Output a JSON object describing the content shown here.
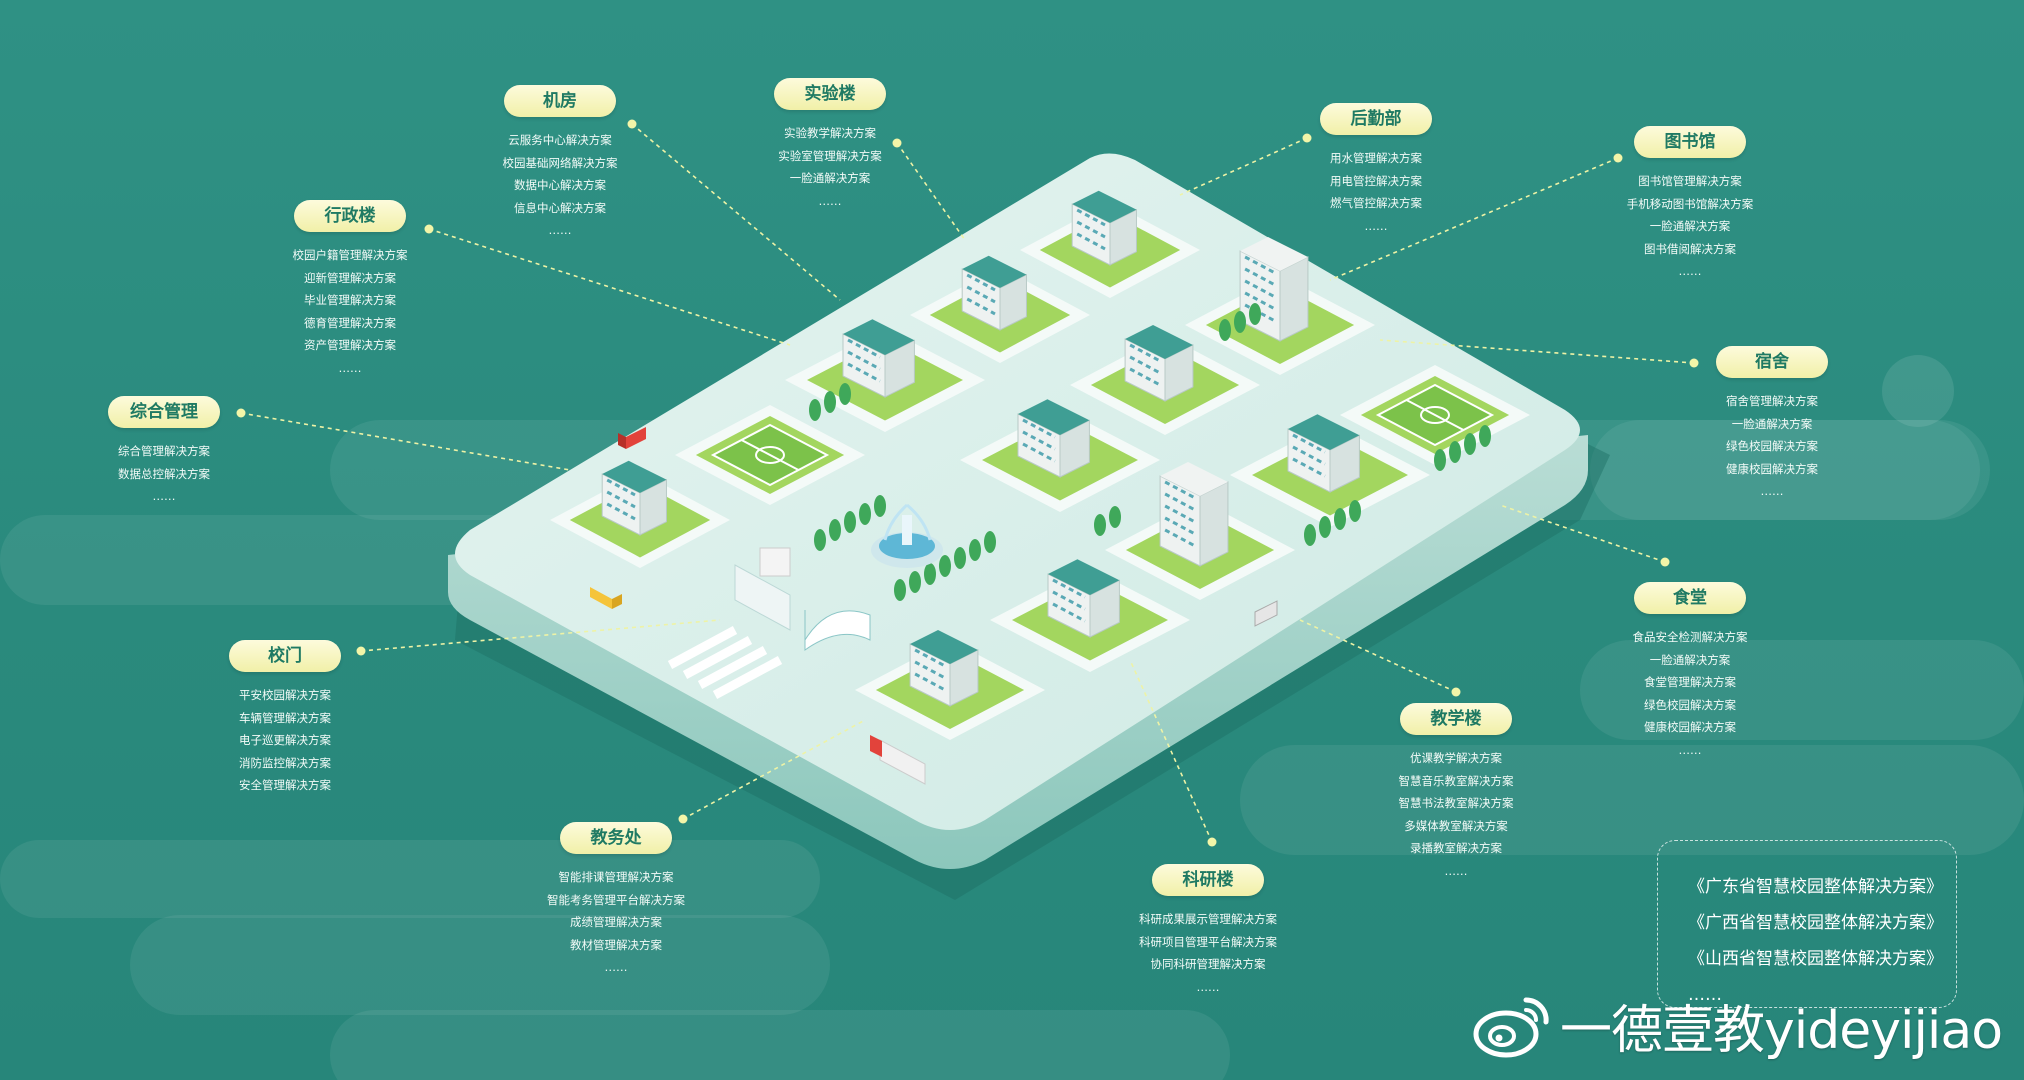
{
  "colors": {
    "background": "#2f9184",
    "pill": "#f5f3b8",
    "pill_text": "#1f7a63",
    "platform": "#d9efe9",
    "lawn": "#9fd35c",
    "tree": "#3fa85a"
  },
  "callouts": [
    {
      "key": "jifang",
      "title": "机房",
      "items": [
        "云服务中心解决方案",
        "校园基础网络解决方案",
        "数据中心解决方案",
        "信息中心解决方案",
        "……"
      ]
    },
    {
      "key": "shiyanlou",
      "title": "实验楼",
      "items": [
        "实验教学解决方案",
        "实验室管理解决方案",
        "一脸通解决方案",
        "……"
      ]
    },
    {
      "key": "houqinbu",
      "title": "后勤部",
      "items": [
        "用水管理解决方案",
        "用电管控解决方案",
        "燃气管控解决方案",
        "……"
      ]
    },
    {
      "key": "tushuguan",
      "title": "图书馆",
      "items": [
        "图书馆管理解决方案",
        "手机移动图书馆解决方案",
        "一脸通解决方案",
        "图书借阅解决方案",
        "……"
      ]
    },
    {
      "key": "xingzhenglou",
      "title": "行政楼",
      "items": [
        "校园户籍管理解决方案",
        "迎新管理解决方案",
        "毕业管理解决方案",
        "德育管理解决方案",
        "资产管理解决方案",
        "……"
      ]
    },
    {
      "key": "sushe",
      "title": "宿舍",
      "items": [
        "宿舍管理解决方案",
        "一脸通解决方案",
        "绿色校园解决方案",
        "健康校园解决方案",
        "……"
      ]
    },
    {
      "key": "zonghe",
      "title": "综合管理",
      "items": [
        "综合管理解决方案",
        "数据总控解决方案",
        "……"
      ]
    },
    {
      "key": "shitang",
      "title": "食堂",
      "items": [
        "食品安全检测解决方案",
        "一脸通解决方案",
        "食堂管理解决方案",
        "绿色校园解决方案",
        "健康校园解决方案",
        "……"
      ]
    },
    {
      "key": "xiaomen",
      "title": "校门",
      "items": [
        "平安校园解决方案",
        "车辆管理解决方案",
        "电子巡更解决方案",
        "消防监控解决方案",
        "安全管理解决方案"
      ]
    },
    {
      "key": "jiaoxuelou",
      "title": "教学楼",
      "items": [
        "优课教学解决方案",
        "智慧音乐教室解决方案",
        "智慧书法教室解决方案",
        "多媒体教室解决方案",
        "录播教室解决方案",
        "……"
      ]
    },
    {
      "key": "jiaowuchu",
      "title": "教务处",
      "items": [
        "智能排课管理解决方案",
        "智能考务管理平台解决方案",
        "成绩管理解决方案",
        "教材管理解决方案",
        "……"
      ]
    },
    {
      "key": "keyanlou",
      "title": "科研楼",
      "items": [
        "科研成果展示管理解决方案",
        "科研项目管理平台解决方案",
        "协同科研管理解决方案",
        "……"
      ]
    }
  ],
  "reports": [
    "《广东省智慧校园整体解决方案》",
    "《广西省智慧校园整体解决方案》",
    "《山西省智慧校园整体解决方案》",
    "……"
  ],
  "brand": {
    "text": "一德壹教yideyijiao",
    "icon": "weibo-icon"
  }
}
